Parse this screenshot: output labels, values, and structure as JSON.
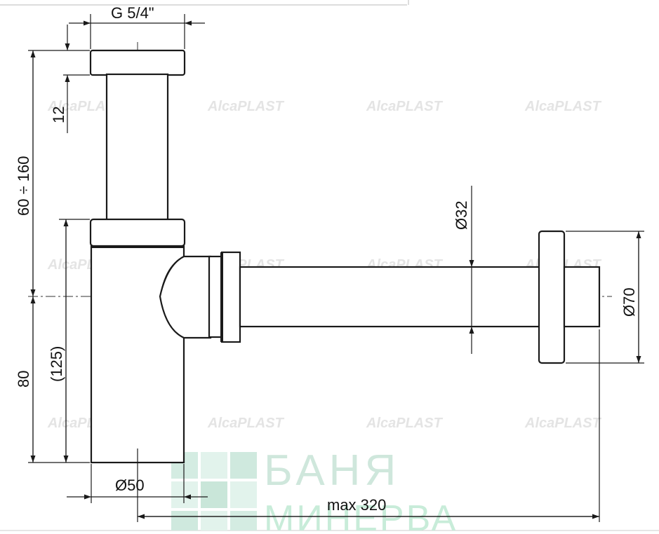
{
  "dimensions": {
    "thread": "G 5/4\"",
    "nut_height": "12",
    "height_range": "60 ÷ 160",
    "bottom_height": "80",
    "body_height": "(125)",
    "body_diameter": "Ø50",
    "pipe_diameter": "Ø32",
    "flange_diameter": "Ø70",
    "length": "max 320"
  },
  "watermark": {
    "text": "AlcaPLAST"
  },
  "brand": {
    "line1": "БАНЯ",
    "line2": "МИНЕРВА"
  },
  "colors": {
    "line": "#1a1a1a",
    "watermark": "#e4e4e4",
    "brand": "#c8ecd9"
  }
}
